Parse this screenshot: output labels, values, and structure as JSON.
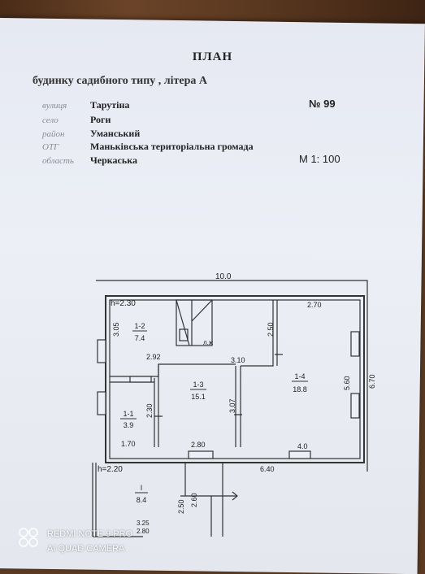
{
  "header": {
    "title": "ПЛАН",
    "subtitle": "будинку садибного типу , літера   А"
  },
  "fields": [
    {
      "label": "вулиця",
      "value": "Тарутіна"
    },
    {
      "label": "село",
      "value": "Роги"
    },
    {
      "label": "район",
      "value": "Уманський"
    },
    {
      "label": "ОТГ",
      "value": "Маньківська територіальна громада"
    },
    {
      "label": "область",
      "value": "Черкаська"
    }
  ],
  "number": "№ 99",
  "scale": "М 1: 100",
  "plan": {
    "overall_width": "10.0",
    "height_main": "h=2.30",
    "height_porch": "h=2.20",
    "rooms": [
      {
        "id": "1-2",
        "area": "7.4"
      },
      {
        "id": "1-1",
        "area": "3.9"
      },
      {
        "id": "1-3",
        "area": "15.1"
      },
      {
        "id": "1-4",
        "area": "18.8"
      },
      {
        "id": "I",
        "area": "8.4"
      }
    ],
    "dims": {
      "d305": "3.05",
      "d292": "2.92",
      "d250a": "2.50",
      "d270": "2.70",
      "d310": "3.10",
      "d560": "5.60",
      "d670": "6.70",
      "d307": "3.07",
      "d230": "2.30",
      "d170": "1.70",
      "d280": "2.80",
      "d40": "4.0",
      "d640": "6.40",
      "d250b": "2.50",
      "d260": "2.60",
      "d325": "3.25",
      "d2e": "2.80"
    },
    "lzh": "л.ж"
  },
  "watermark": {
    "line1": "REDMI NOTE 9 PRO",
    "line2": "AI QUAD CAMERA"
  }
}
